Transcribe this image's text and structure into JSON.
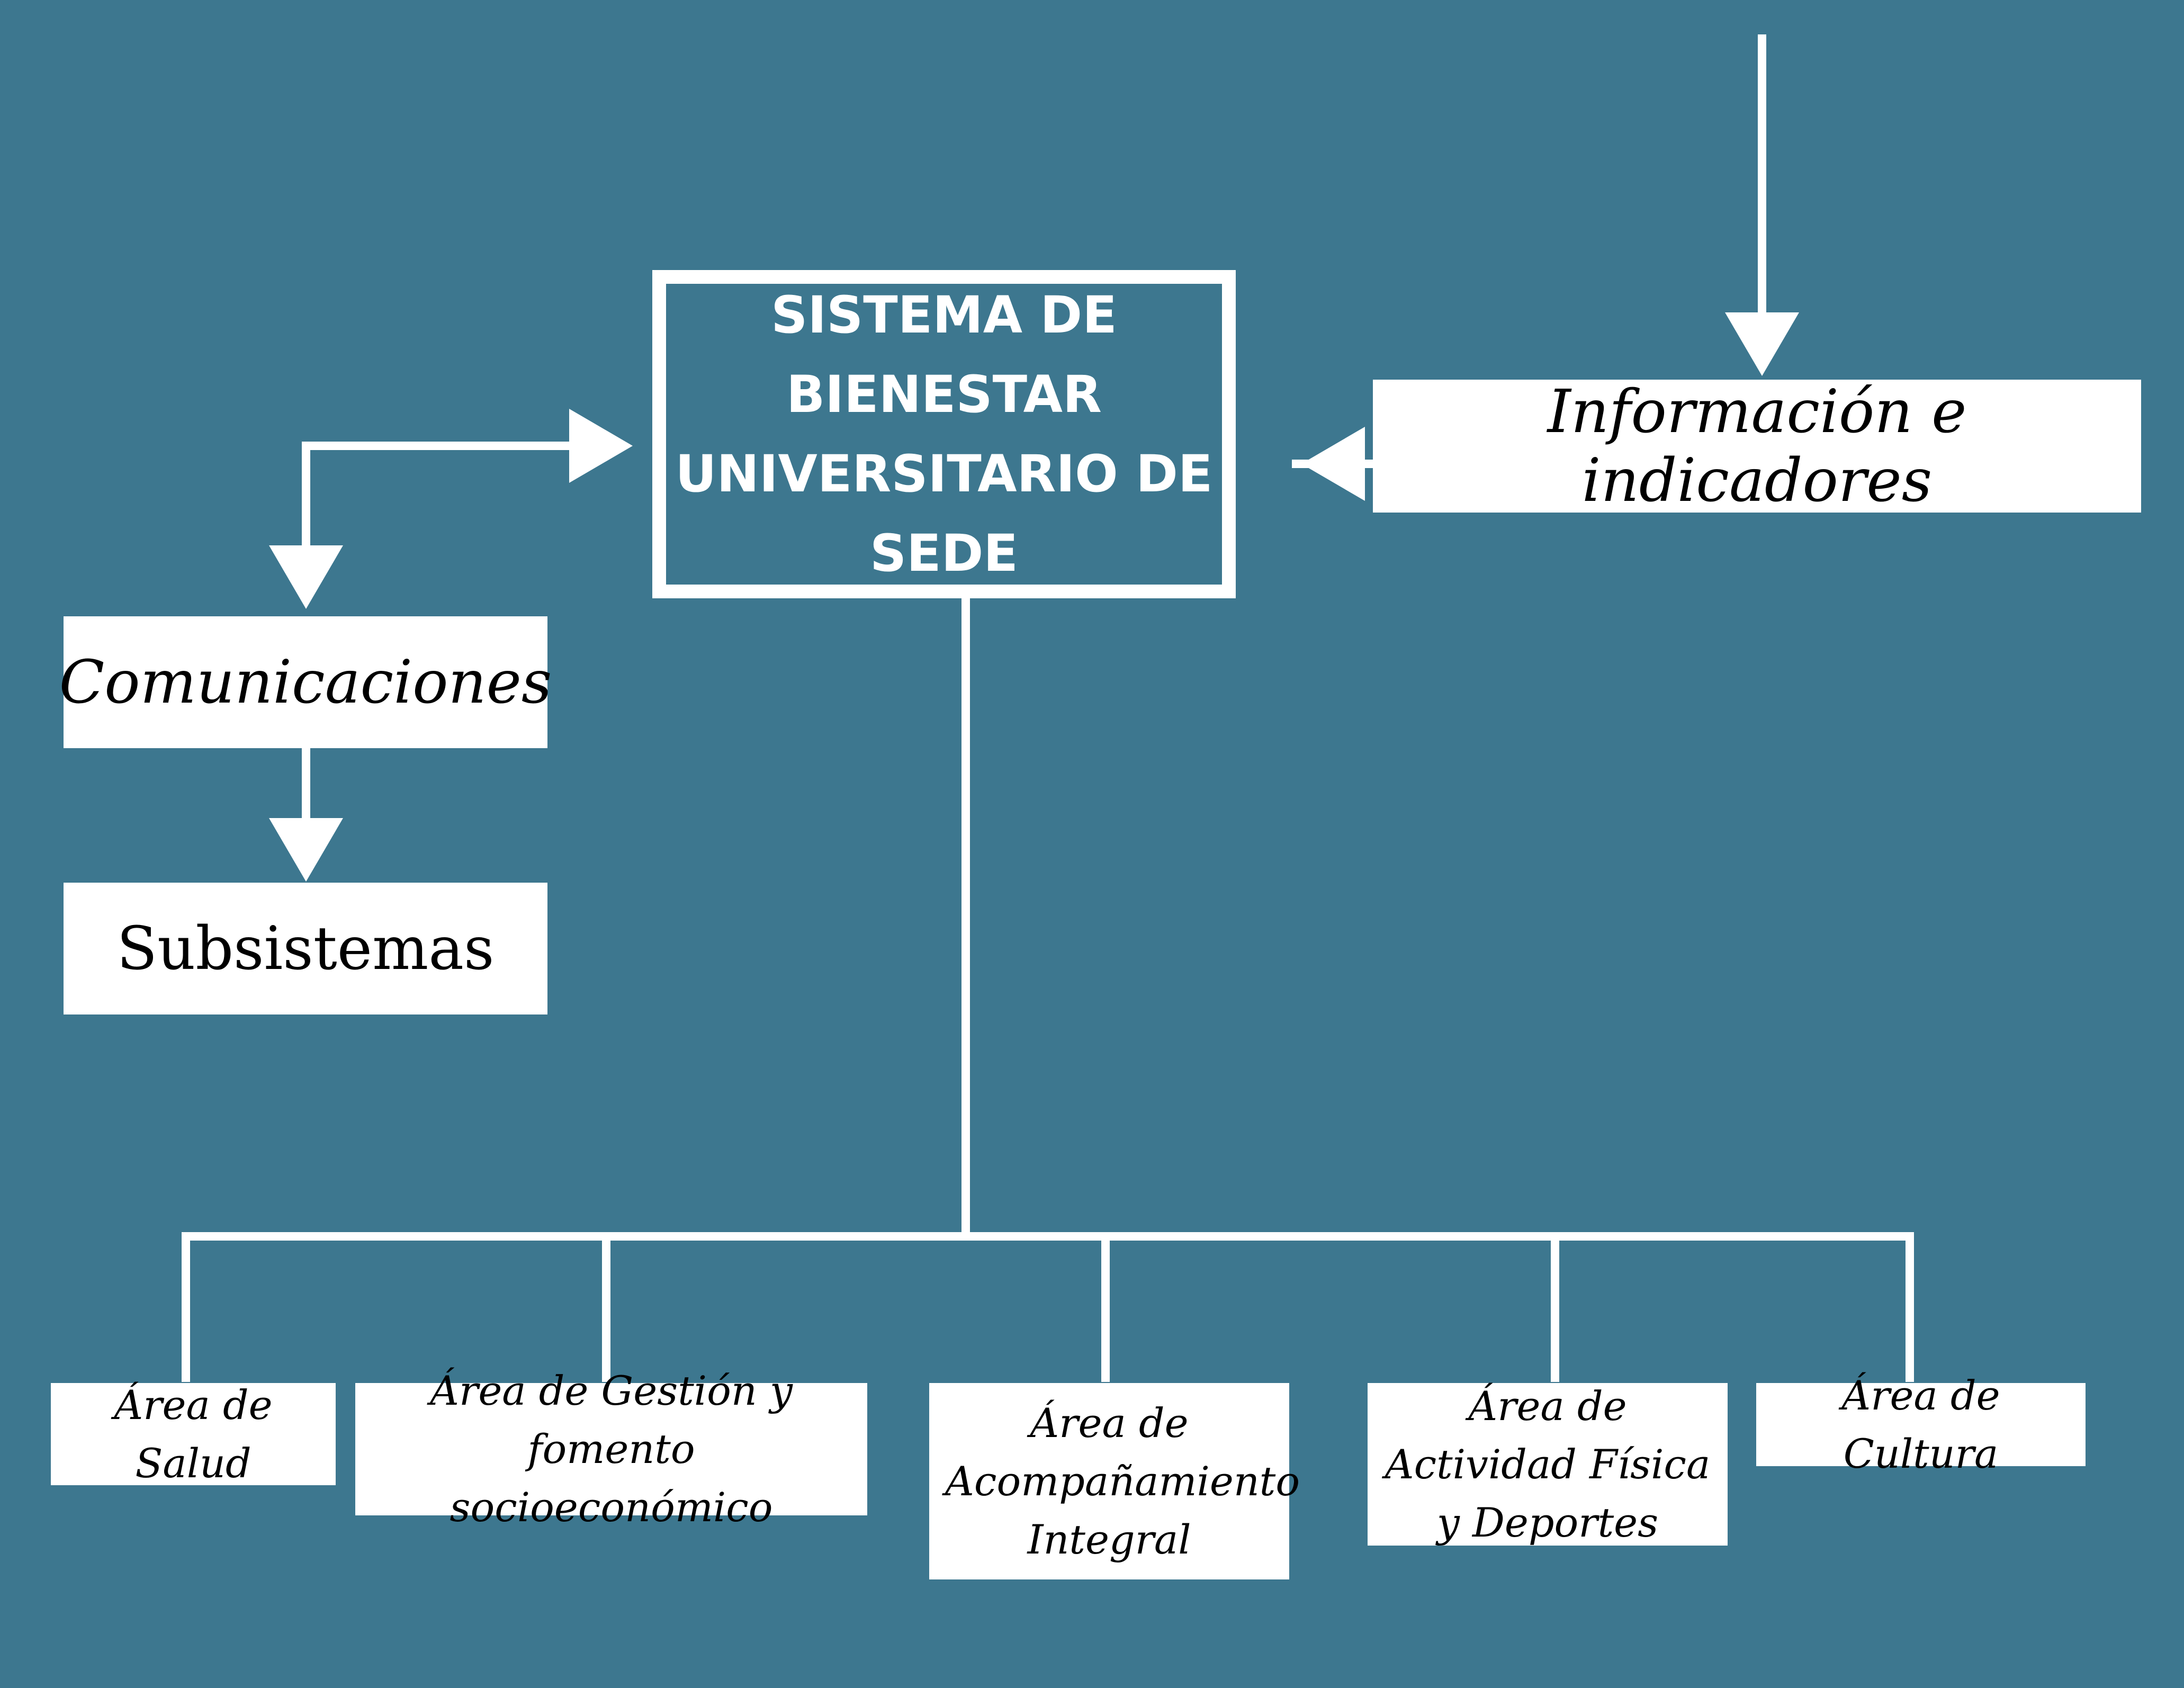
{
  "diagram": {
    "central": {
      "label": "SISTEMA DE BIENESTAR UNIVERSITARIO DE SEDE"
    },
    "info": {
      "label": "Información e indicadores"
    },
    "communications": {
      "label": "Comunicaciones"
    },
    "subsystems": {
      "label": "Subsistemas"
    },
    "areas": [
      {
        "label": "Área de Salud"
      },
      {
        "label": "Área de Gestión y fomento socioeconómico"
      },
      {
        "label": "Área de Acompañamiento Integral"
      },
      {
        "label": "Área de Actividad Física y Deportes"
      },
      {
        "label": "Área de Cultura"
      }
    ]
  },
  "colors": {
    "background": "#3d778f",
    "box": "#ffffff",
    "line": "#ffffff",
    "text": "#000000"
  }
}
